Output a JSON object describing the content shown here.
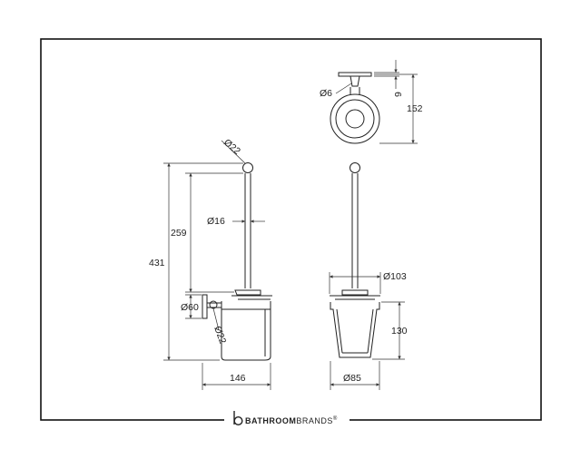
{
  "dimensions": {
    "ball_diameter_top": "Ø22",
    "handle_diameter": "Ø16",
    "handle_length": "259",
    "overall_height": "431",
    "backplate_diameter": "Ø60",
    "fixing_diameter": "Ø22",
    "projection": "146",
    "plate_thickness": "6",
    "screw_diameter": "Ø6",
    "wall_projection": "152",
    "pot_rim_diameter": "Ø103",
    "pot_height": "130",
    "pot_base_diameter": "Ø85"
  },
  "brand": {
    "strong": "BATHROOM",
    "light": "BRANDS",
    "mark": "®"
  },
  "colors": {
    "line": "#222222",
    "dim_line": "#333333",
    "background": "#ffffff"
  },
  "icons": [
    "brand-logo-b-icon"
  ]
}
